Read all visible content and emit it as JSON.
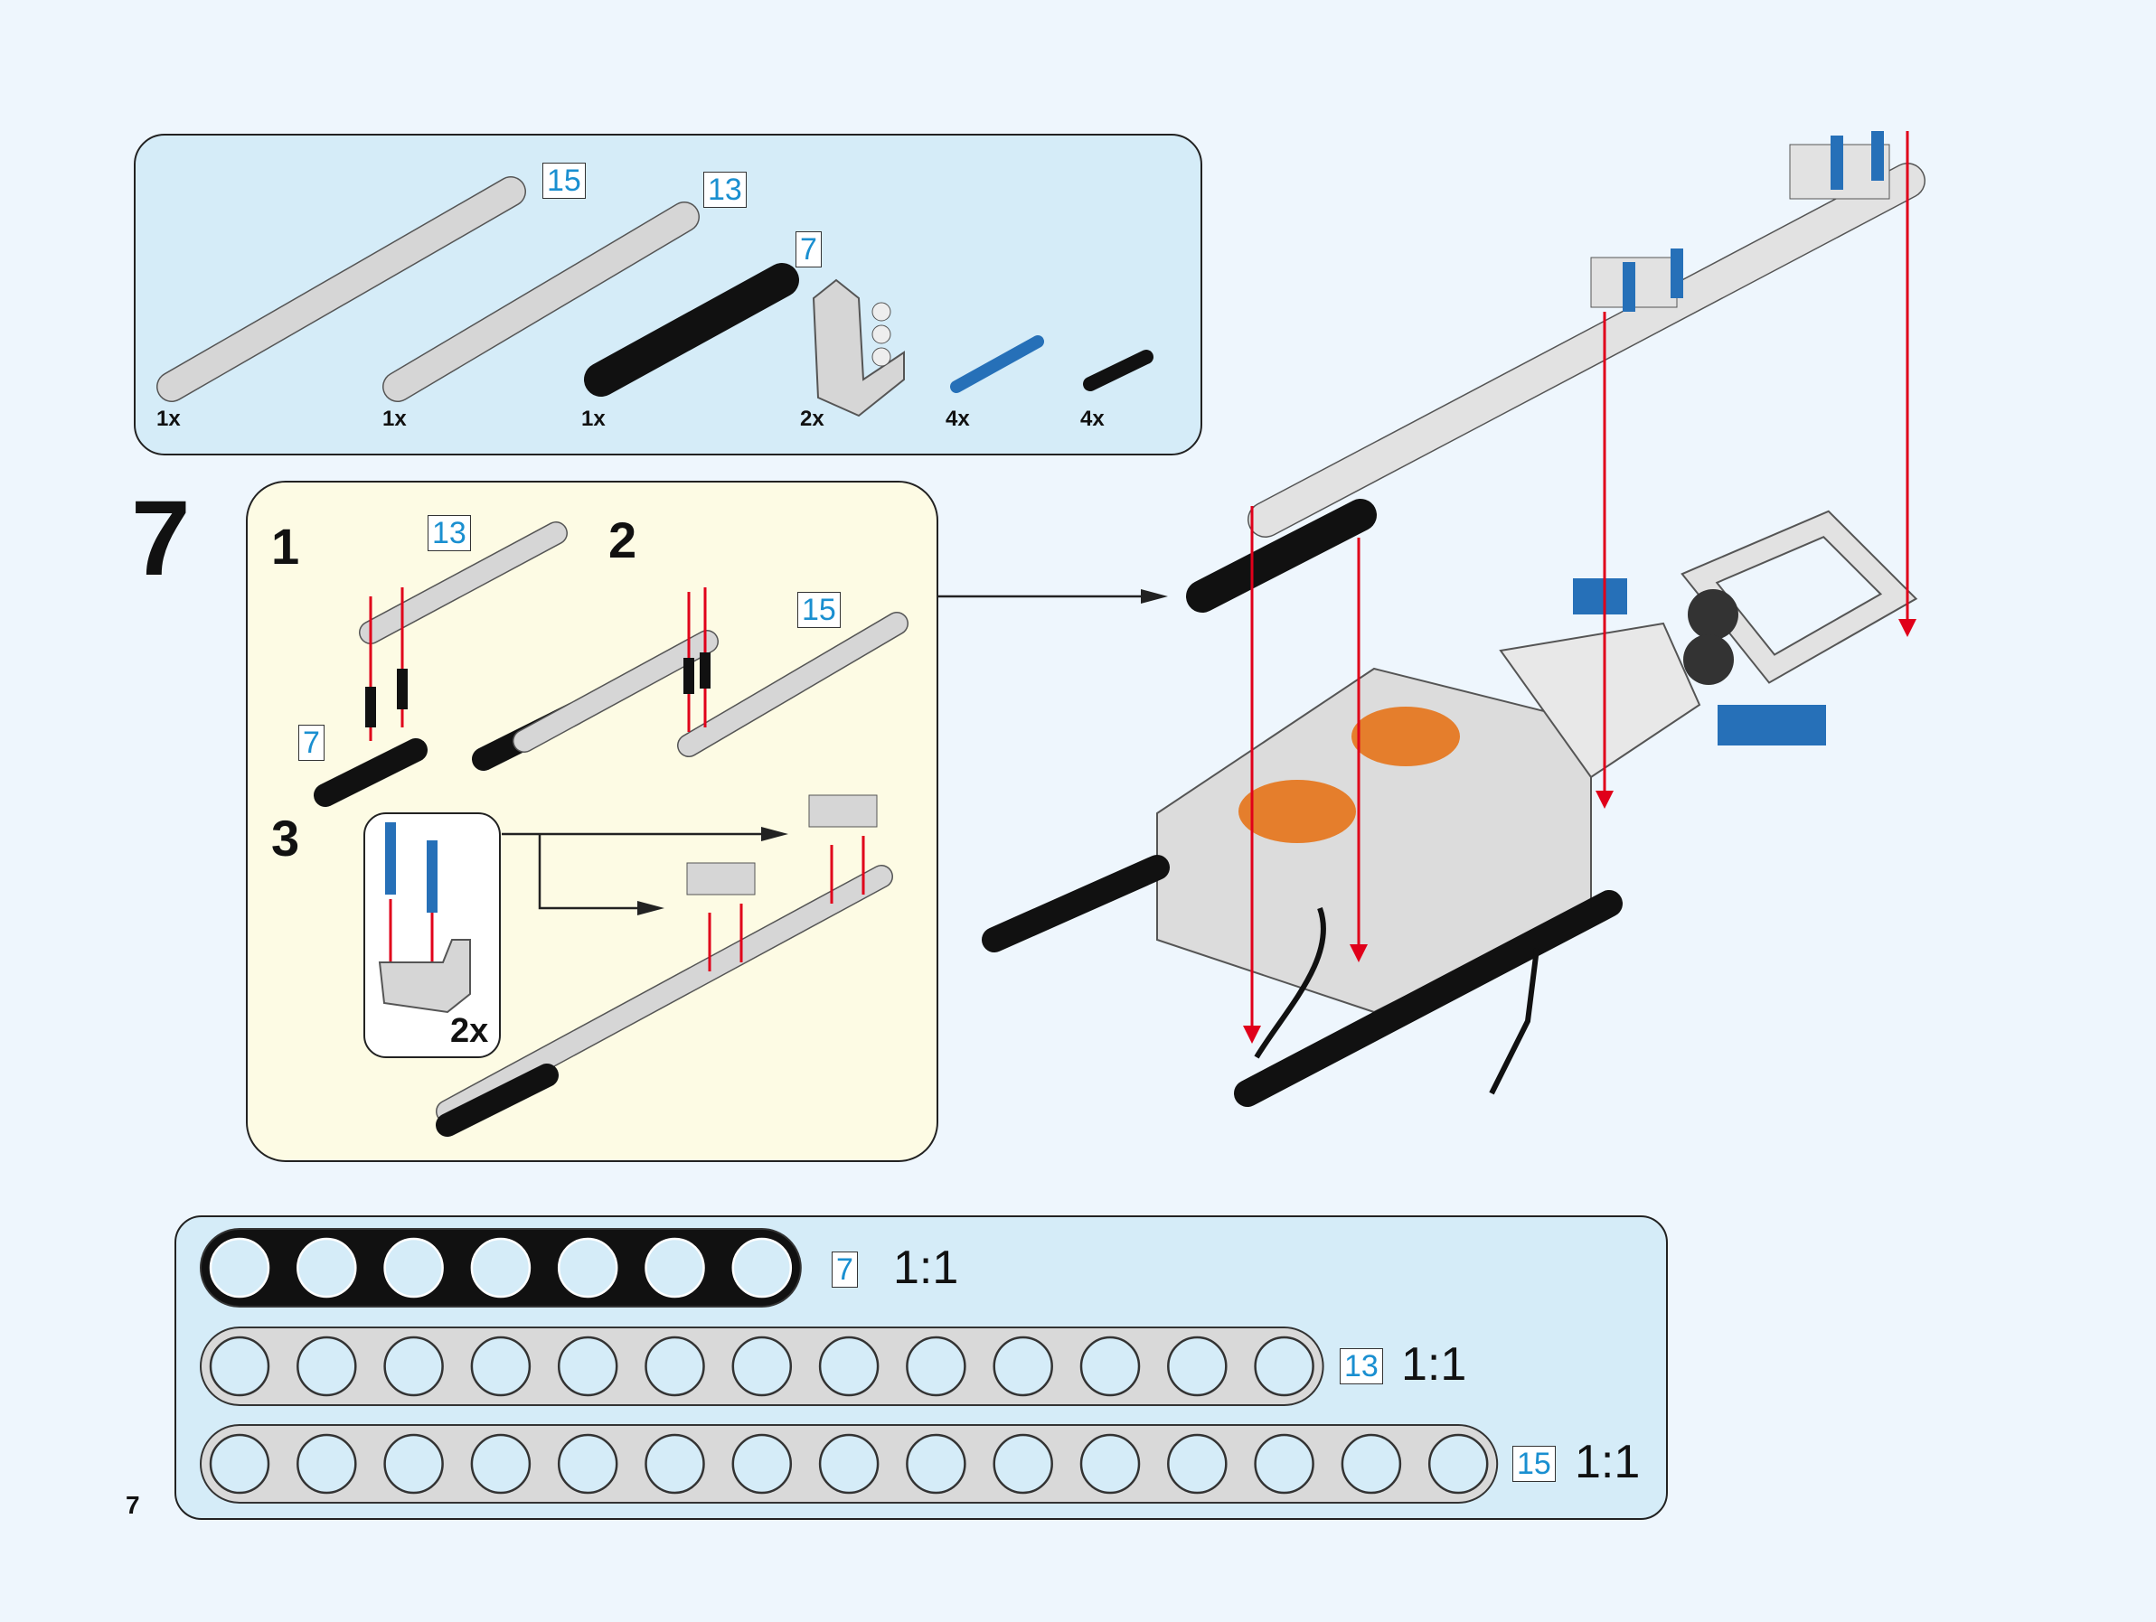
{
  "page": {
    "number": "7",
    "step_number": "7"
  },
  "parts_list": {
    "items": [
      {
        "name": "beam-15",
        "length_label": "15",
        "quantity": "1x",
        "color": "#d6d6d6"
      },
      {
        "name": "beam-13",
        "length_label": "13",
        "quantity": "1x",
        "color": "#d6d6d6"
      },
      {
        "name": "beam-7",
        "length_label": "7",
        "quantity": "1x",
        "color": "#111111"
      },
      {
        "name": "l-beam-3x3",
        "length_label": "",
        "quantity": "2x",
        "color": "#d6d6d6"
      },
      {
        "name": "axle-pin-blue",
        "length_label": "",
        "quantity": "4x",
        "color": "#2670b8"
      },
      {
        "name": "friction-pin-black",
        "length_label": "",
        "quantity": "4x",
        "color": "#111111"
      }
    ]
  },
  "substeps": {
    "labels": [
      "1",
      "2",
      "3"
    ],
    "badges": {
      "beam13": "13",
      "beam7": "7",
      "beam15": "15"
    },
    "inset_quantity": "2x"
  },
  "ruler": {
    "rows": [
      {
        "holes": 7,
        "label": "7",
        "scale": "1:1",
        "color": "#111111"
      },
      {
        "holes": 13,
        "label": "13",
        "scale": "1:1",
        "color": "#d9d9d9"
      },
      {
        "holes": 15,
        "label": "15",
        "scale": "1:1",
        "color": "#d9d9d9"
      }
    ]
  },
  "colors": {
    "background": "#eef6fd",
    "panel_blue": "#d5ecf8",
    "panel_cream": "#fdfbe4",
    "arrow_red": "#e0001a",
    "badge_text": "#1a8fd0",
    "pin_blue": "#2670b8",
    "motor_orange": "#e57e2c"
  }
}
